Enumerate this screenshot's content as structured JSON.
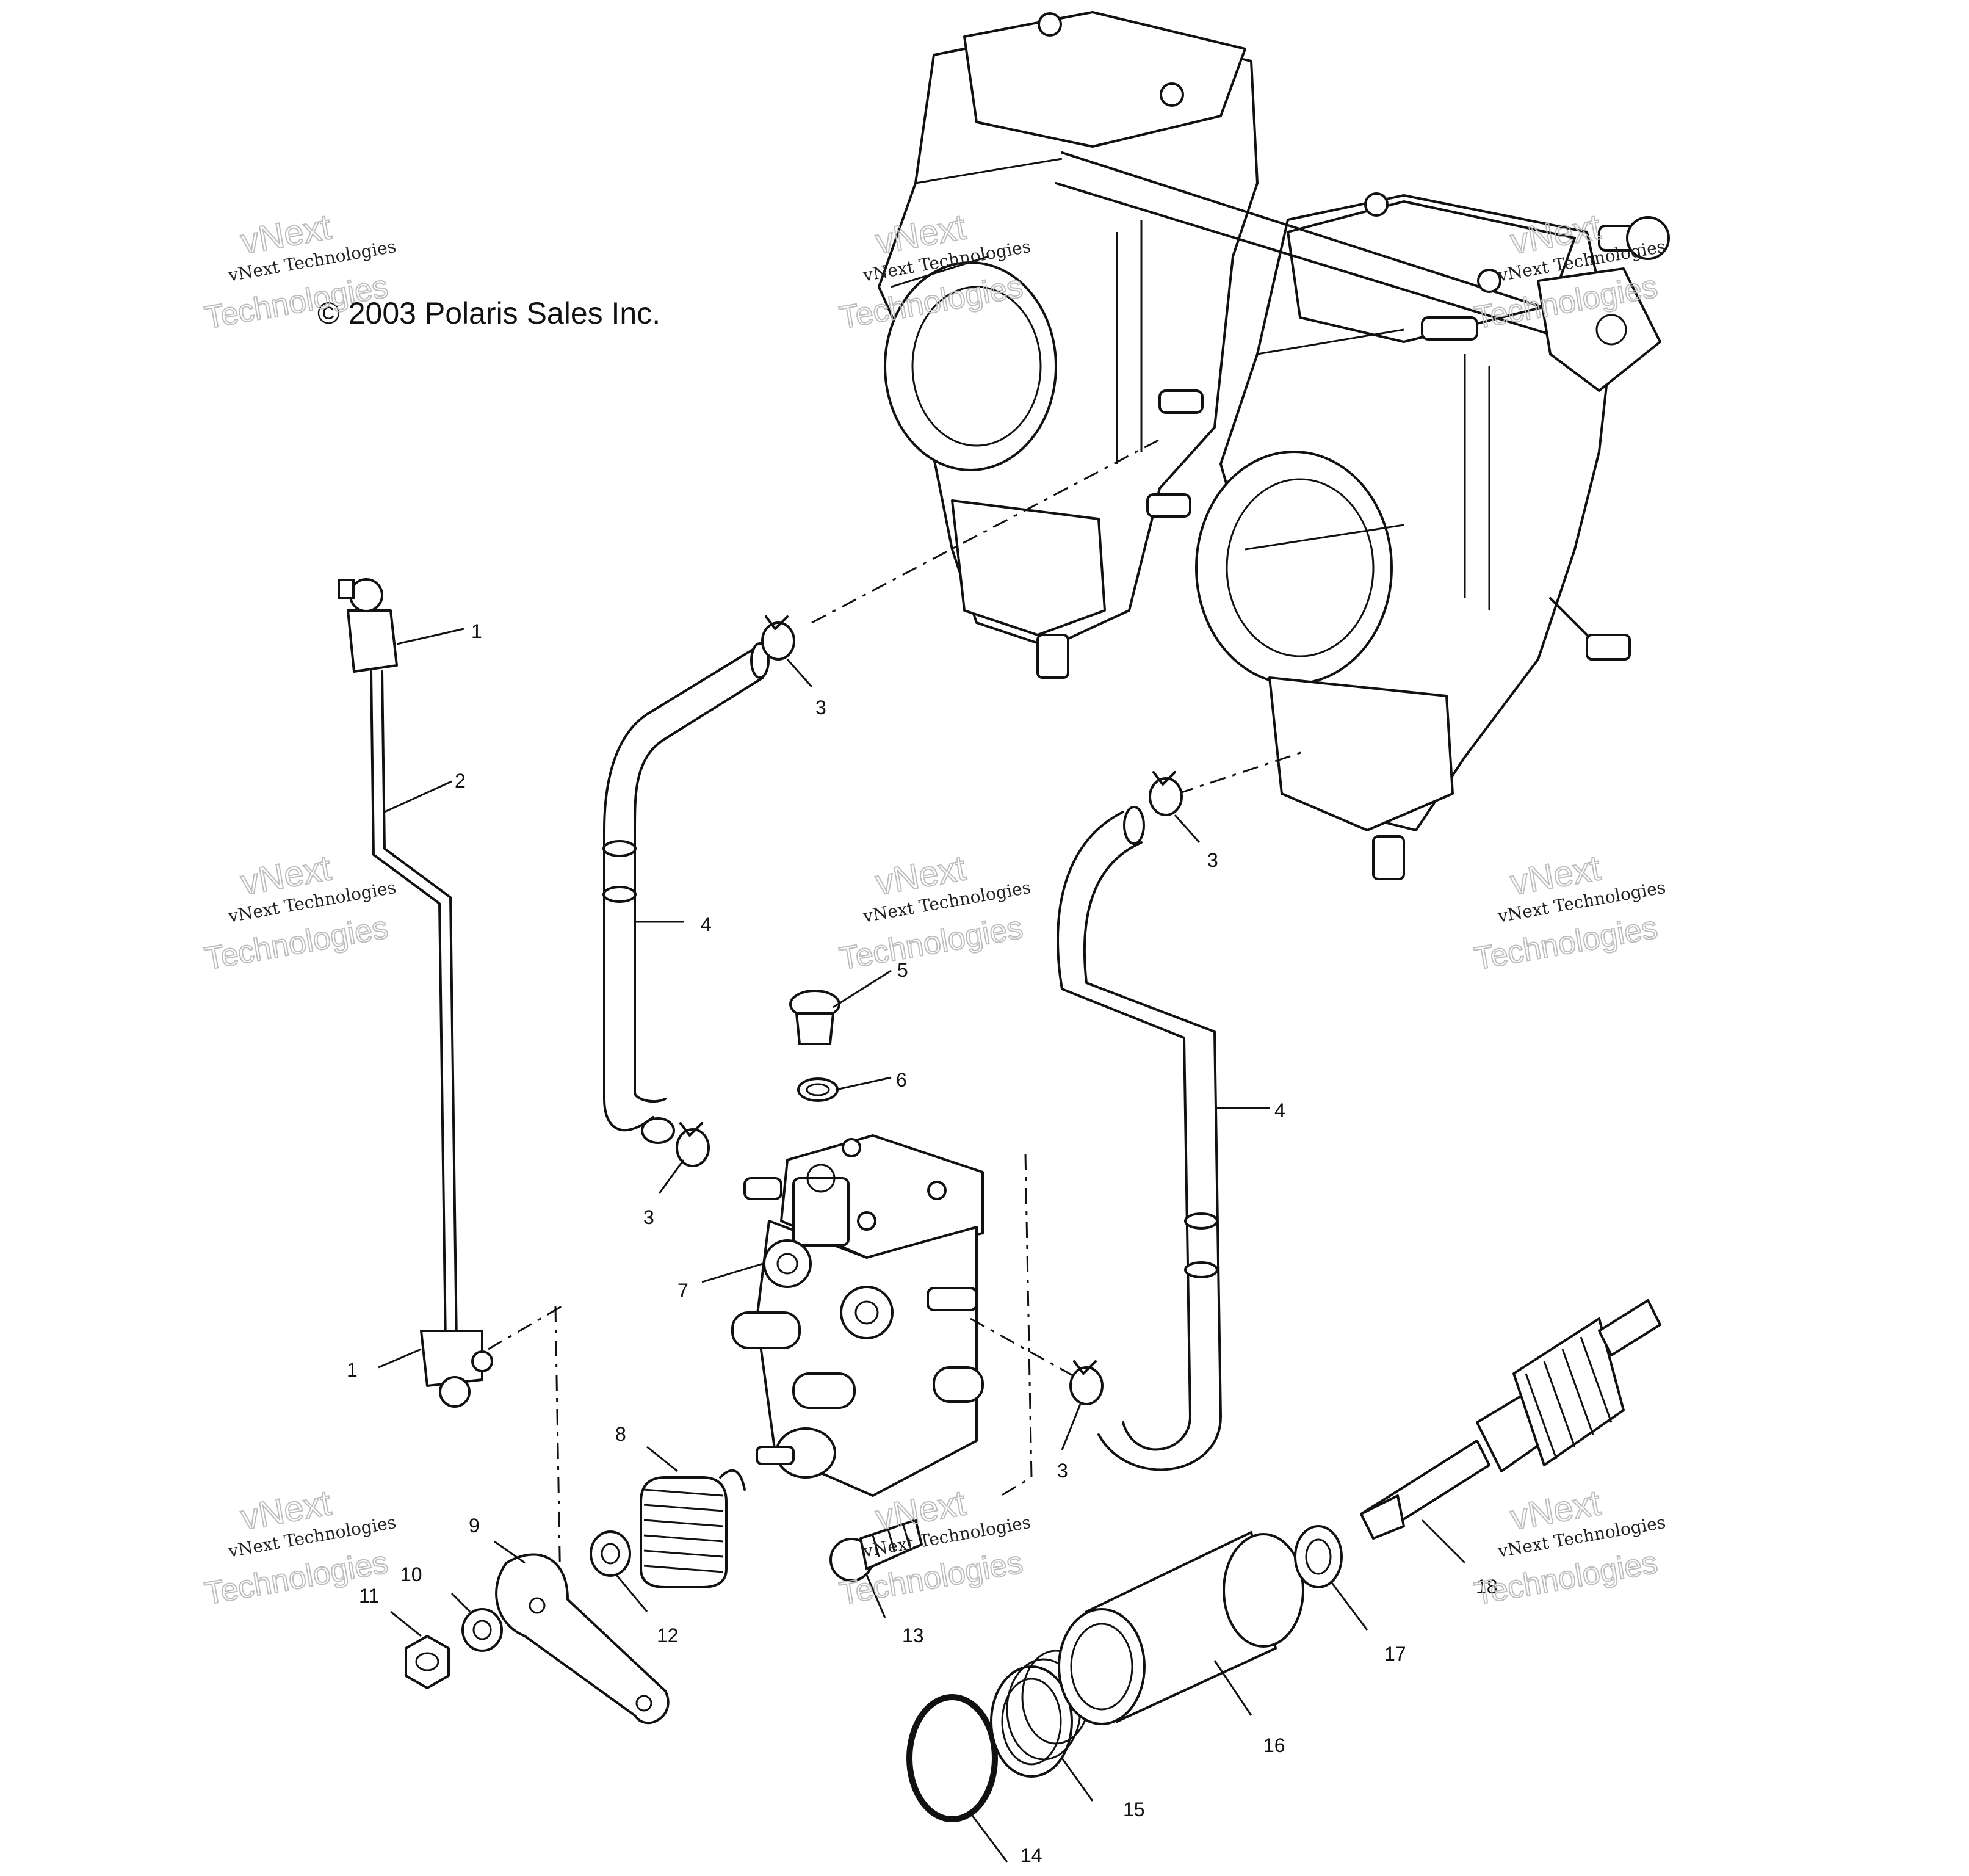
{
  "copyright": "© 2003 Polaris Sales Inc.",
  "watermark": {
    "line1": "vNext Technologies",
    "line2": "vNext",
    "line3": "Technologies"
  },
  "callouts": [
    "1",
    "2",
    "3",
    "4",
    "5",
    "6",
    "7",
    "8",
    "9",
    "10",
    "11",
    "12",
    "13",
    "14",
    "15",
    "16",
    "17",
    "18"
  ]
}
